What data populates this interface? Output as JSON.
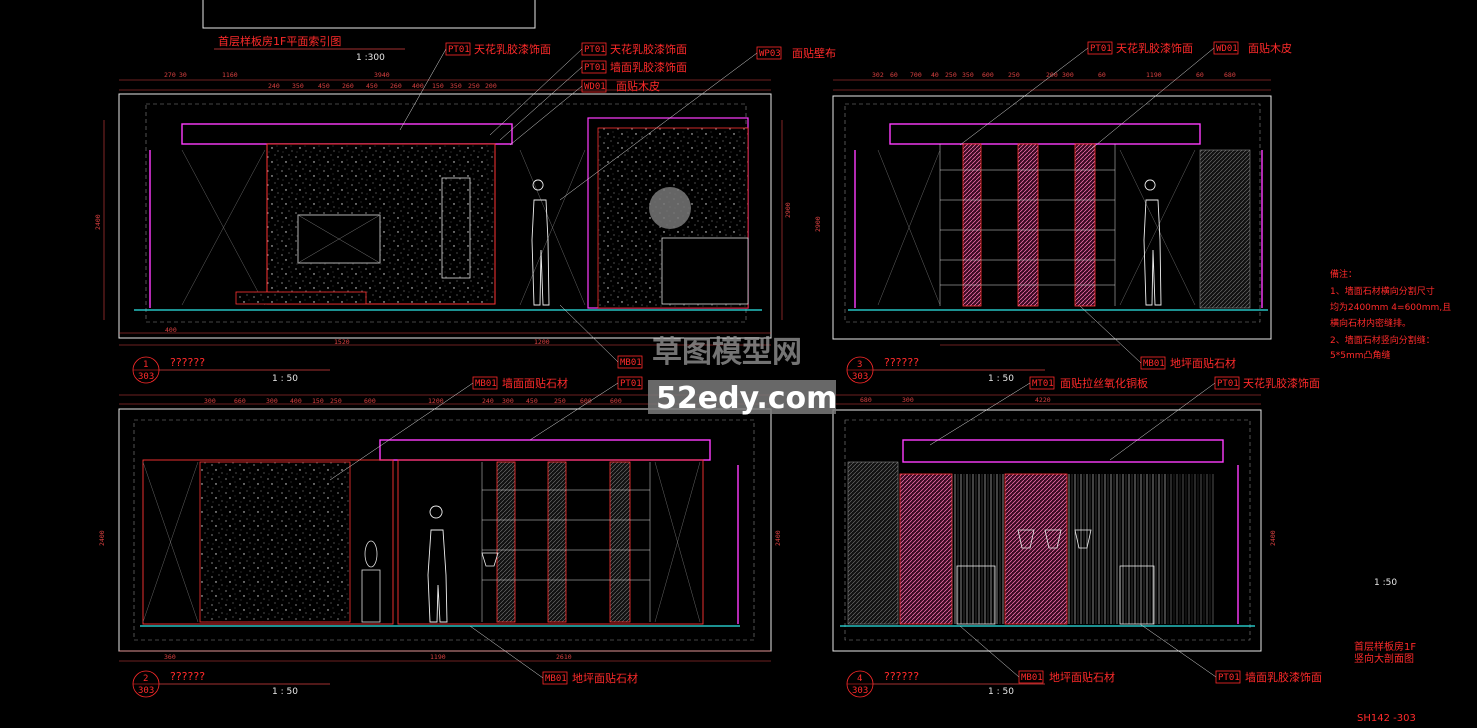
{
  "top_title": "首层样板房1F平面索引图",
  "top_title_scale": "1 :300",
  "materials": {
    "PT01_ceiling": "天花乳胶漆饰面",
    "PT01_wall": "墙面乳胶漆饰面",
    "WD01": "面贴木皮",
    "WP03": "面贴壁布",
    "MB01_floor": "地坪面贴石材",
    "MB01_wall": "墙面面贴石材",
    "MT01": "面贴拉丝氧化铜板"
  },
  "codes": {
    "PT01": "PT01",
    "WD01": "WD01",
    "WP03": "WP03",
    "MB01": "MB01",
    "MT01": "MT01"
  },
  "views": [
    {
      "num": "1",
      "sheet": "303",
      "title": "??????",
      "scale": "1 : 50"
    },
    {
      "num": "2",
      "sheet": "303",
      "title": "??????",
      "scale": "1 : 50"
    },
    {
      "num": "3",
      "sheet": "303",
      "title": "??????",
      "scale": "1 : 50"
    },
    {
      "num": "4",
      "sheet": "303",
      "title": "??????",
      "scale": "1 : 50"
    }
  ],
  "notes": {
    "heading": "備注：",
    "line1": "1、墙面石材横向分割尺寸",
    "line2": "均为2400mm 4=600mm,且",
    "line3": "横向石材内密缝排。",
    "line4": "2、墙面石材竖向分割缝：",
    "line5": "5*5mm凸角缝"
  },
  "side_scale": "1 :50",
  "sheet_title_1": "首层样板房1F",
  "sheet_title_2": "竖向大剖面图",
  "sheet_no": "SH142 -303",
  "watermark_cn": "草图模型网",
  "watermark_url": "52edy.com",
  "dims": {
    "top1": [
      "270",
      "30",
      "1160",
      "3940",
      "240",
      "350",
      "450",
      "260",
      "450",
      "260",
      "400",
      "150",
      "350",
      "250",
      "200"
    ],
    "bottom1": [
      "400",
      "1520",
      "1200"
    ],
    "top3": [
      "302",
      "60",
      "700",
      "40",
      "250",
      "350",
      "600",
      "250",
      "200",
      "300",
      "60",
      "1190",
      "60",
      "680"
    ],
    "top2": [
      "300",
      "660",
      "300",
      "400",
      "150",
      "250",
      "600",
      "1200",
      "240",
      "300",
      "450",
      "250",
      "600",
      "600"
    ],
    "bottom2": [
      "360",
      "1190",
      "2610"
    ],
    "top4": [
      "680",
      "300",
      "4220"
    ],
    "vert": [
      "2400",
      "2900"
    ]
  }
}
